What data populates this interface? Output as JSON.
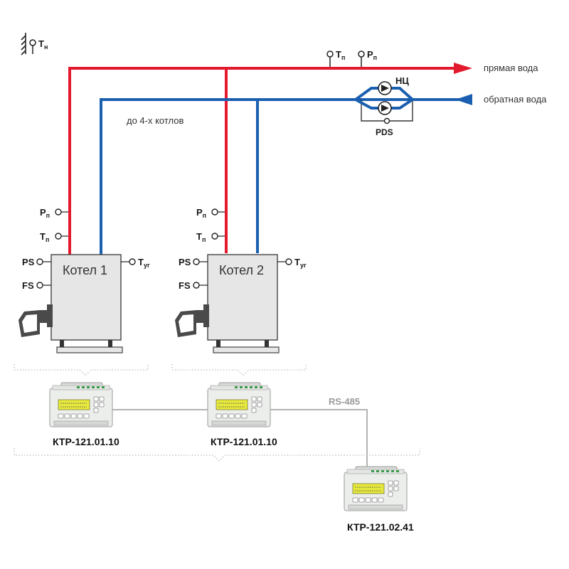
{
  "colors": {
    "supply": "#e3192d",
    "return": "#1a5fb0",
    "bus": "#b3b3b3",
    "boiler_fill": "#e6e6e6",
    "burner_fill": "#4a4a4a",
    "lcd": "#e7e93c"
  },
  "outdoor_sensor": {
    "label": "Т",
    "sub": "н",
    "icon": "thermometer-icon"
  },
  "header_sensors": {
    "temp": {
      "label": "Т",
      "sub": "п"
    },
    "pressure": {
      "label": "Р",
      "sub": "п"
    }
  },
  "pipes": {
    "supply_label": "прямая вода",
    "return_label": "обратная вода",
    "branch_note": "до 4-х котлов"
  },
  "pump_group": {
    "label": "НЦ",
    "pds_label": "PDS",
    "icon": "pump-icon"
  },
  "boilers": [
    {
      "name": "Котел 1",
      "sensors": {
        "pressure": {
          "label": "Р",
          "sub": "п"
        },
        "temp": {
          "label": "Т",
          "sub": "п"
        },
        "ps": {
          "label": "PS"
        },
        "fs": {
          "label": "FS"
        },
        "flue": {
          "label": "Т",
          "sub": "уг"
        }
      }
    },
    {
      "name": "Котел 2",
      "sensors": {
        "pressure": {
          "label": "Р",
          "sub": "п"
        },
        "temp": {
          "label": "Т",
          "sub": "п"
        },
        "ps": {
          "label": "PS"
        },
        "fs": {
          "label": "FS"
        },
        "flue": {
          "label": "Т",
          "sub": "уг"
        }
      }
    }
  ],
  "controllers": [
    {
      "label": "КТР-121.01.10"
    },
    {
      "label": "КТР-121.01.10"
    },
    {
      "label": "КТР-121.02.41"
    }
  ],
  "bus": {
    "label": "RS-485"
  }
}
